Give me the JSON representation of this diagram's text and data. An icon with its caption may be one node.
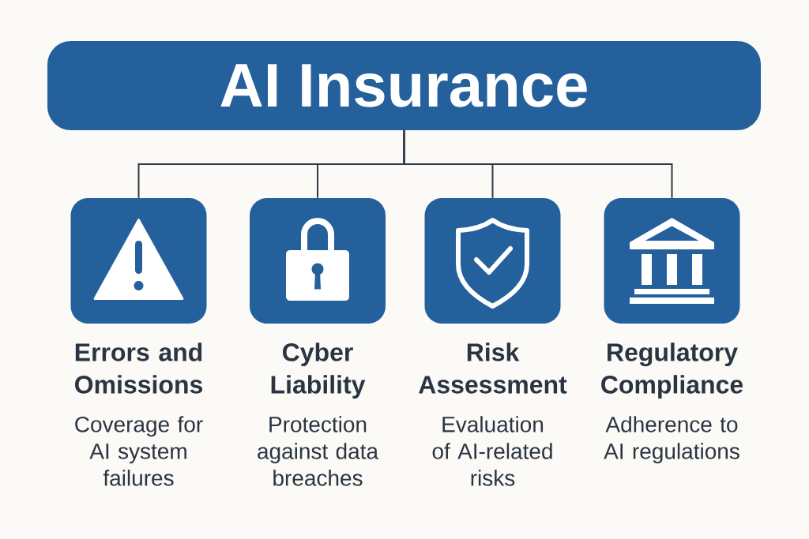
{
  "diagram": {
    "nodes": [
      {
        "text": [
          "AI Insurance"
        ]
      },
      {
        "text": [
          "Errors and Omissions",
          "Coverage for AI system failures"
        ]
      },
      {
        "text": [
          "Cyber Liability",
          "Protection against data breaches"
        ]
      },
      {
        "text": [
          "Risk Assessment",
          "Evaluation of AI-related risks"
        ]
      },
      {
        "text": [
          "Regulatory Compliance",
          "Adherence to AI regulations"
        ]
      }
    ],
    "edges": [
      {
        "from": 0,
        "to": 1,
        "arrow": "none"
      },
      {
        "from": 0,
        "to": 2,
        "arrow": "none"
      },
      {
        "from": 0,
        "to": 3,
        "arrow": "none"
      },
      {
        "from": 0,
        "to": 4,
        "arrow": "none"
      }
    ]
  }
}
